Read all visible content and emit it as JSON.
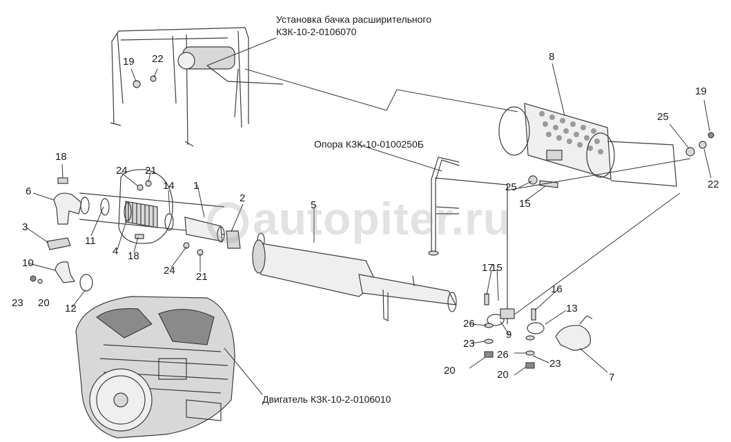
{
  "titles": {
    "expansion_tank_line1": "Установка бачка расширительного",
    "expansion_tank_line2": "КЗК-10-2-0106070",
    "support": "Опора КЗК-10-0100250Б",
    "engine": "Двигатель КЗК-10-2-0106010"
  },
  "watermark": "autopiter.ru",
  "callouts": [
    "19",
    "22",
    "8",
    "19",
    "25",
    "22",
    "25",
    "15",
    "18",
    "24",
    "21",
    "14",
    "1",
    "2",
    "5",
    "6",
    "11",
    "3",
    "4",
    "18",
    "24",
    "21",
    "10",
    "12",
    "23",
    "20",
    "17",
    "15",
    "16",
    "13",
    "26",
    "9",
    "23",
    "26",
    "23",
    "20",
    "20",
    "7"
  ],
  "colors": {
    "line": "#3a3a3a",
    "fill": "#d8d8d8",
    "watermark": "#969696"
  }
}
